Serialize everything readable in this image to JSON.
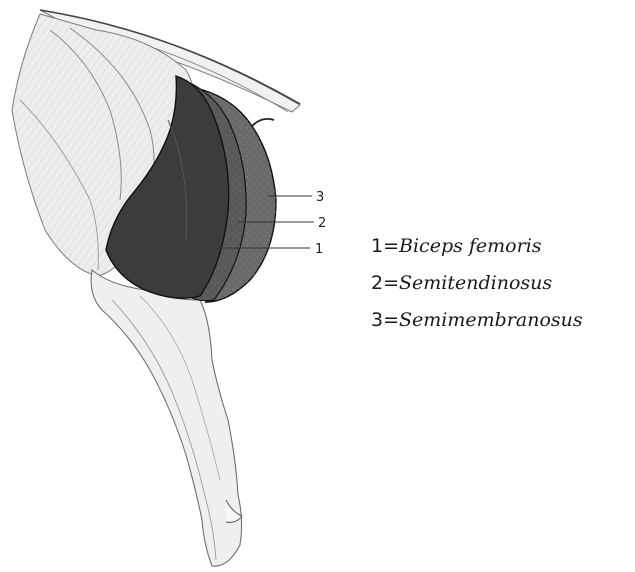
{
  "figure": {
    "muscle_fills": {
      "biceps_femoris": "#3c3c3c",
      "semitendinosus": "#595959",
      "semimembranosus": "#6a6a6a",
      "outline": "#111111",
      "limb_fill": "#ececec",
      "limb_stroke": "#7a7a7a"
    },
    "callouts": [
      {
        "number": "3"
      },
      {
        "number": "2"
      },
      {
        "number": "1"
      }
    ]
  },
  "legend": {
    "items": [
      {
        "number": "1",
        "eq": "=",
        "name": "Biceps  femoris"
      },
      {
        "number": "2",
        "eq": "=",
        "name": "Semitendinosus"
      },
      {
        "number": "3",
        "eq": "=",
        "name": "Semimembranosus"
      }
    ]
  }
}
